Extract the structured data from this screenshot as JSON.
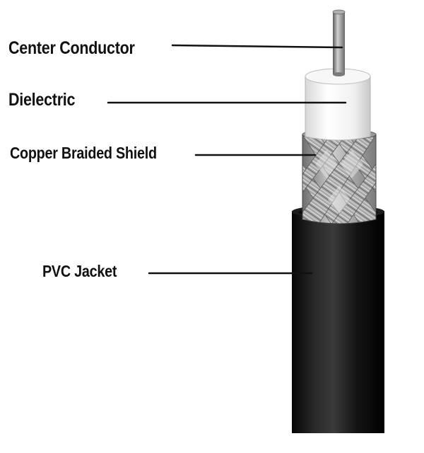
{
  "diagram": {
    "labels": {
      "center_conductor": "Center Conductor",
      "dielectric": "Dielectric",
      "shield": "Copper Braided Shield",
      "jacket": "PVC Jacket"
    },
    "colors": {
      "jacket": "#0e0e0e",
      "dielectric": "#f2f2f2",
      "braid": "#b8b8b8",
      "conductor": "#8a8a8a",
      "leader_line": "#111111"
    }
  }
}
